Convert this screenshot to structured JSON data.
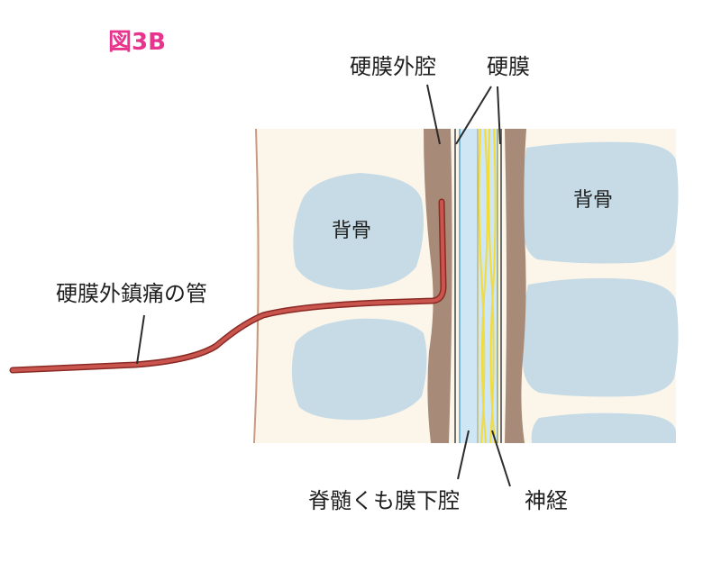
{
  "figure_label": "図3B",
  "labels": {
    "epidural_space": "硬膜外腔",
    "dura_mater": "硬膜",
    "bone_upper_left": "背骨",
    "bone_upper_right": "背骨",
    "epidural_catheter": "硬膜外鎮痛の管",
    "subarachnoid_space": "脊髄くも膜下腔",
    "nerve": "神経"
  },
  "colors": {
    "figure_label": "#e8348c",
    "background_tissue": "#fcf6ea",
    "bone": "#c6dbe6",
    "ligament": "#a88a78",
    "csf": "#cfe6f4",
    "nerve": "#f3dc3a",
    "catheter": "#c9554e",
    "line": "#2b2b2b"
  }
}
